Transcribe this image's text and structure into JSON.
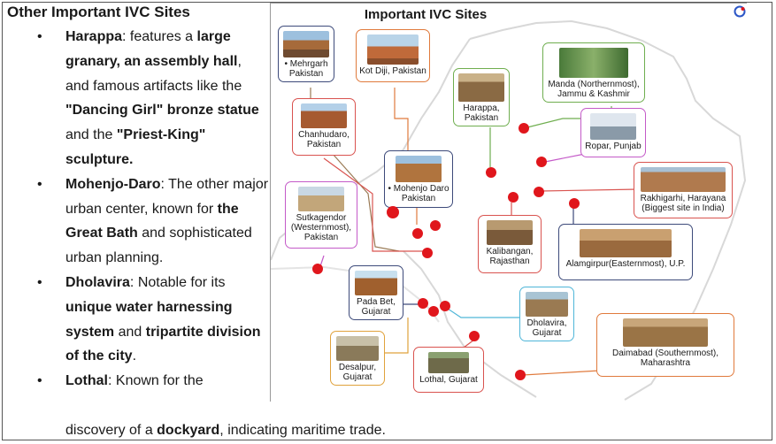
{
  "left": {
    "heading": "Other Important IVC Sites",
    "bullet": "•",
    "harappa": {
      "name": "Harappa",
      "t1": ": features a ",
      "b1": "large granary, an assembly hall",
      "t2": ", and famous artifacts like the ",
      "b2": "\"Dancing Girl\" bronze statue",
      "t3": " and the ",
      "b3": "\"Priest-King\" sculpture."
    },
    "mohenjodaro": {
      "name": "Mohenjo-Daro",
      "t1": ": The other major urban center, known for ",
      "b1": "the Great Bath",
      "t2": " and sophisticated urban planning."
    },
    "dholavira": {
      "name": "Dholavira",
      "t1": ": Notable for its ",
      "b1": "unique water harnessing system",
      "t2": " and ",
      "b2": "tripartite division of the city",
      "t3": "."
    },
    "lothal": {
      "name": "Lothal",
      "t1": ": Known for the",
      "t2": "discovery of a ",
      "b1": "dockyard",
      "t3": ", indicating maritime trade."
    }
  },
  "map": {
    "title": "Important IVC Sites",
    "cards": {
      "mehrgarh": "• Mehrgarh Pakistan",
      "kotdiji": "Kot Diji, Pakistan",
      "harappa": "Harappa, Pakistan",
      "manda": "Manda (Northernmost), Jammu & Kashmir",
      "ropar": "Ropar, Punjab",
      "chanhudaro": "Chanhudaro, Pakistan",
      "mohenjodaro": "• Mohenjo Daro Pakistan",
      "rakhigarhi": "Rakhigarhi, Harayana (Biggest site in India)",
      "sutkagendor": "Sutkagendor (Westernmost), Pakistan",
      "kalibangan": "Kalibangan, Rajasthan",
      "alamgirpur": "Alamgirpur(Easternmost), U.P.",
      "padabet": "Pada Bet, Gujarat",
      "dholavira": "Dholavira, Gujarat",
      "desalpur": "Desalpur, Gujarat",
      "lothal": "Lothal, Gujarat",
      "daimabad": "Daimabad (Southernmost), Maharashtra"
    }
  },
  "colors": {
    "marker": "#e0161c",
    "card_brown": "#9a7a55",
    "card_red": "#d9534f",
    "card_green": "#6fae4f",
    "card_purple": "#c45ac8",
    "card_navy": "#3d4a7a",
    "card_cyan": "#4fb6d8",
    "card_orange": "#e07a3c",
    "map_outline": "#d8d8d8"
  }
}
